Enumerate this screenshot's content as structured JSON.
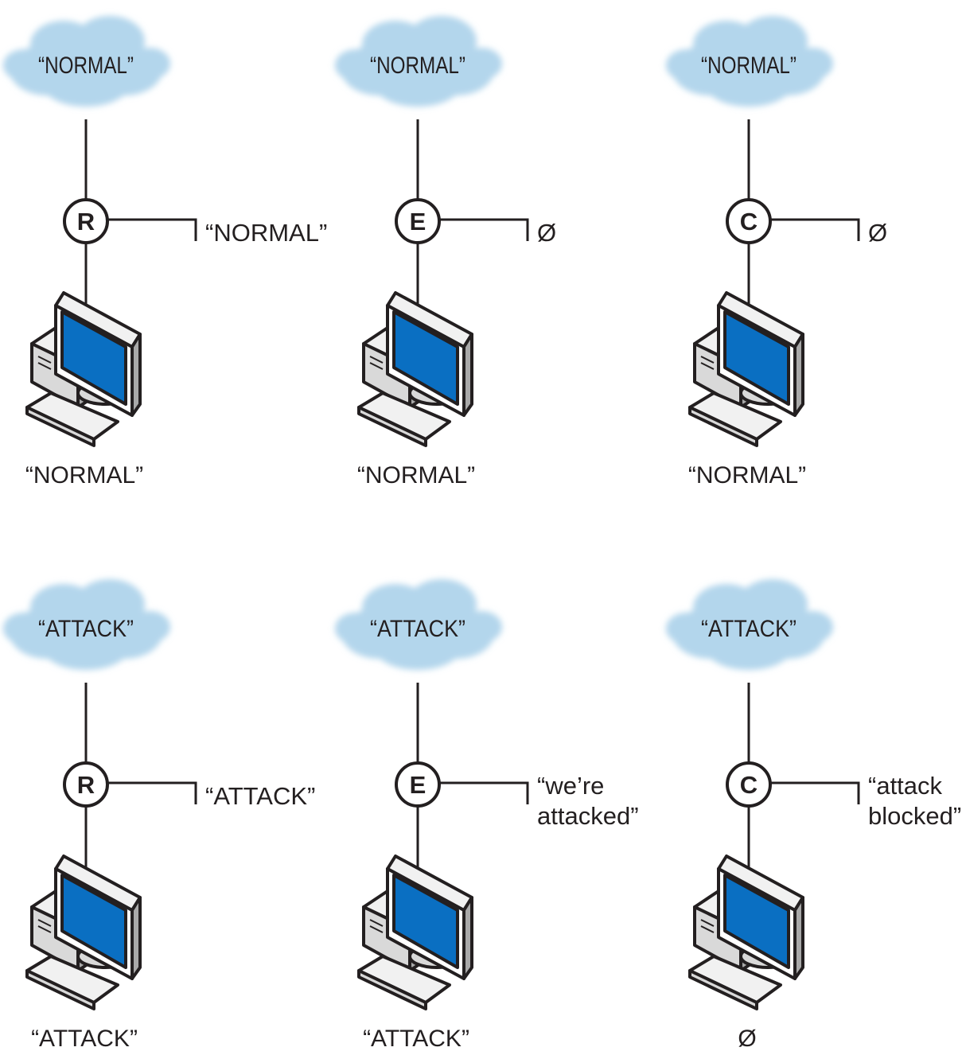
{
  "rows": [
    {
      "id": "normal",
      "panels": [
        {
          "node_letter": "R",
          "cloud_text": "“NORMAL”",
          "branch_text": [
            "“NORMAL”"
          ],
          "host_text": "“NORMAL”"
        },
        {
          "node_letter": "E",
          "cloud_text": "“NORMAL”",
          "branch_text": [
            "Ø"
          ],
          "host_text": "“NORMAL”"
        },
        {
          "node_letter": "C",
          "cloud_text": "“NORMAL”",
          "branch_text": [
            "Ø"
          ],
          "host_text": "“NORMAL”"
        }
      ]
    },
    {
      "id": "attack",
      "panels": [
        {
          "node_letter": "R",
          "cloud_text": "“ATTACK”",
          "branch_text": [
            "“ATTACK”"
          ],
          "host_text": "“ATTACK”"
        },
        {
          "node_letter": "E",
          "cloud_text": "“ATTACK”",
          "branch_text": [
            "“we’re",
            "attacked”"
          ],
          "host_text": "“ATTACK”"
        },
        {
          "node_letter": "C",
          "cloud_text": "“ATTACK”",
          "branch_text": [
            "“attack",
            "blocked”"
          ],
          "host_text": "Ø"
        }
      ]
    }
  ],
  "colors": {
    "cloud": "#b3d6ec",
    "line": "#231f20",
    "screen": "#0a6fc2",
    "case_light": "#f1f1f1",
    "case_mid": "#d9d9d9",
    "case_dark": "#a9a9a9"
  }
}
